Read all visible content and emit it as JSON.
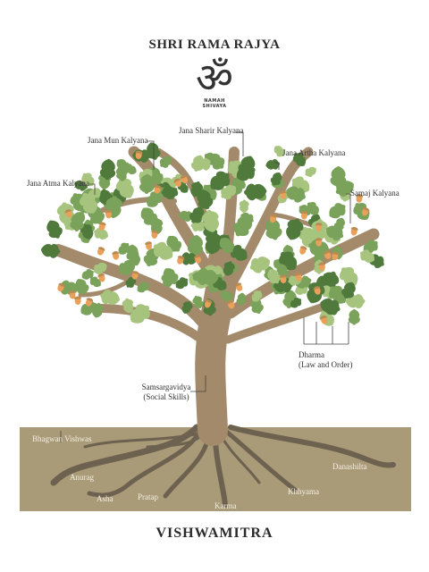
{
  "title": "SHRI RAMA RAJYA",
  "symbol": {
    "glyph": "ॐ",
    "line1": "NAMAH",
    "line2": "SHIVAYA"
  },
  "footer": "VISHWAMITRA",
  "branch_labels": {
    "jana_sharir": "Jana Sharir Kalyana",
    "jana_mun": "Jana Mun Kalyana",
    "jana_artha": "Jana Artha Kalyana",
    "jana_atma": "Jana Atma Kalyana",
    "samaj": "Samaj Kalyana",
    "dharma_1": "Dharma",
    "dharma_2": "(Law and Order)",
    "samsarga_1": "Samsargavidya",
    "samsarga_2": "(Social Skills)"
  },
  "root_labels": {
    "bhagwan": "Bhagwan Vishwas",
    "anurag": "Anurag",
    "asha": "Asha",
    "pratap": "Pratap",
    "karma": "Karma",
    "khhyama": "Khhyama",
    "danashilta": "Danashilta"
  },
  "colors": {
    "soil": "#a99a78",
    "trunk": "#a38a6a",
    "leaf_dark": "#4f7a3c",
    "leaf_mid": "#7aa25a",
    "leaf_light": "#a7c47f",
    "acorn": "#e9a05a",
    "root": "#6d6150"
  }
}
